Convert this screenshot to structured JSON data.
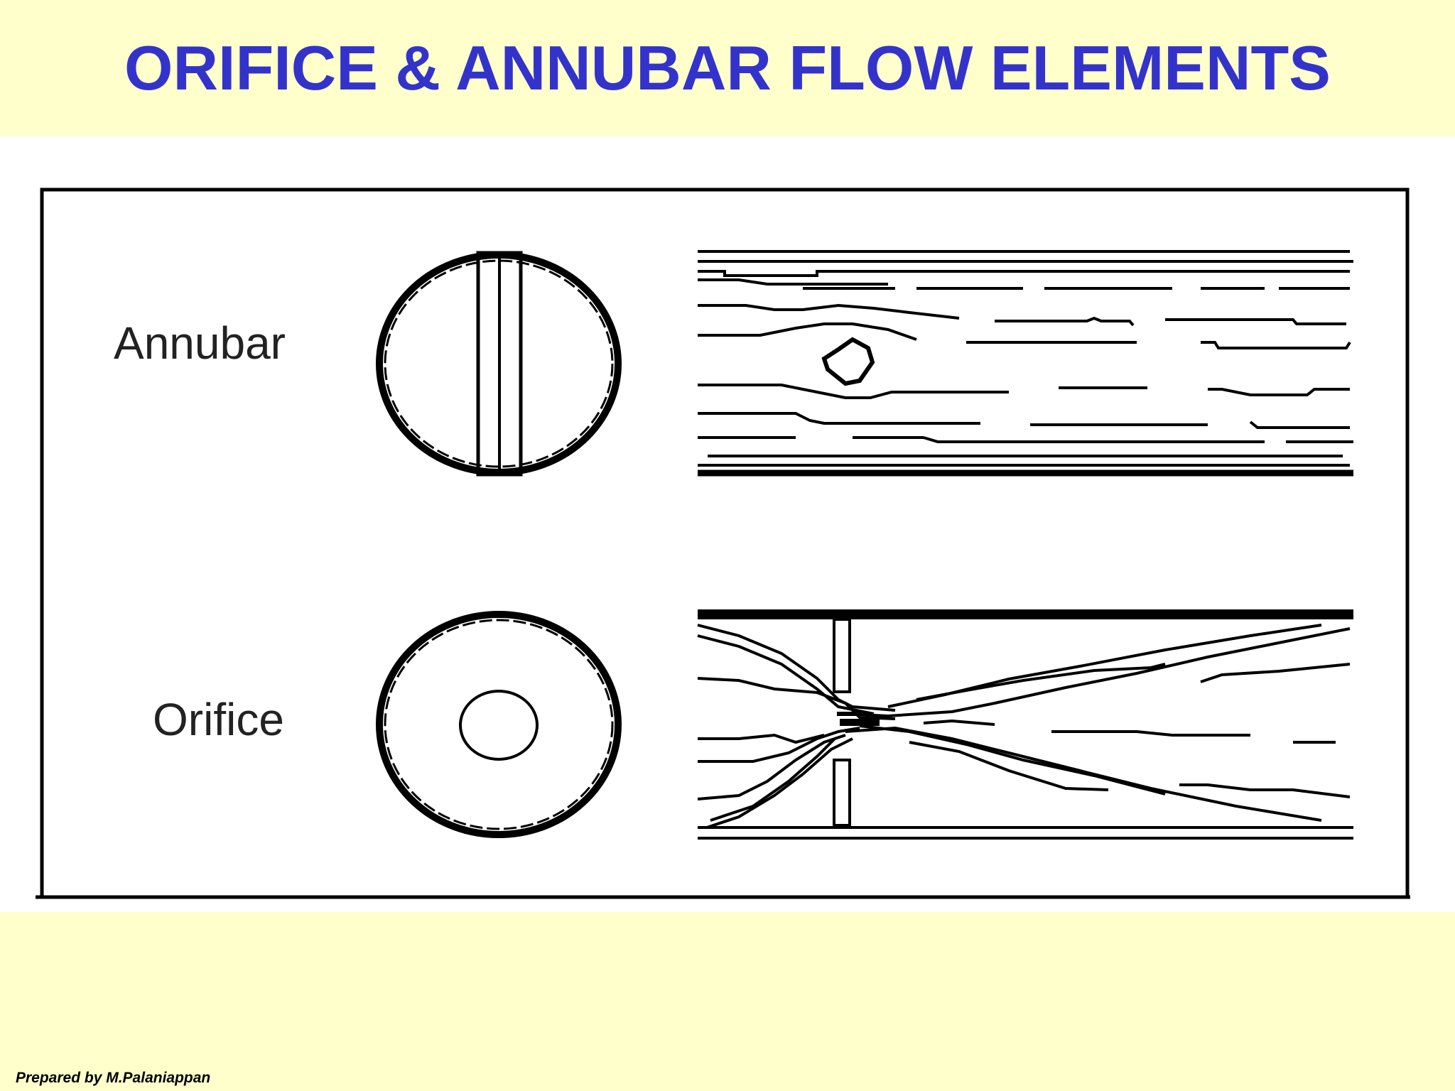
{
  "title": "ORIFICE & ANNUBAR FLOW ELEMENTS",
  "diagram": {
    "annubar_label": "Annubar",
    "orifice_label": "Orifice"
  },
  "footer": "Prepared by M.Palaniappan",
  "colors": {
    "background": "#ffffcc",
    "title": "#3333cc",
    "panel": "#ffffff",
    "ink": "#000000"
  }
}
